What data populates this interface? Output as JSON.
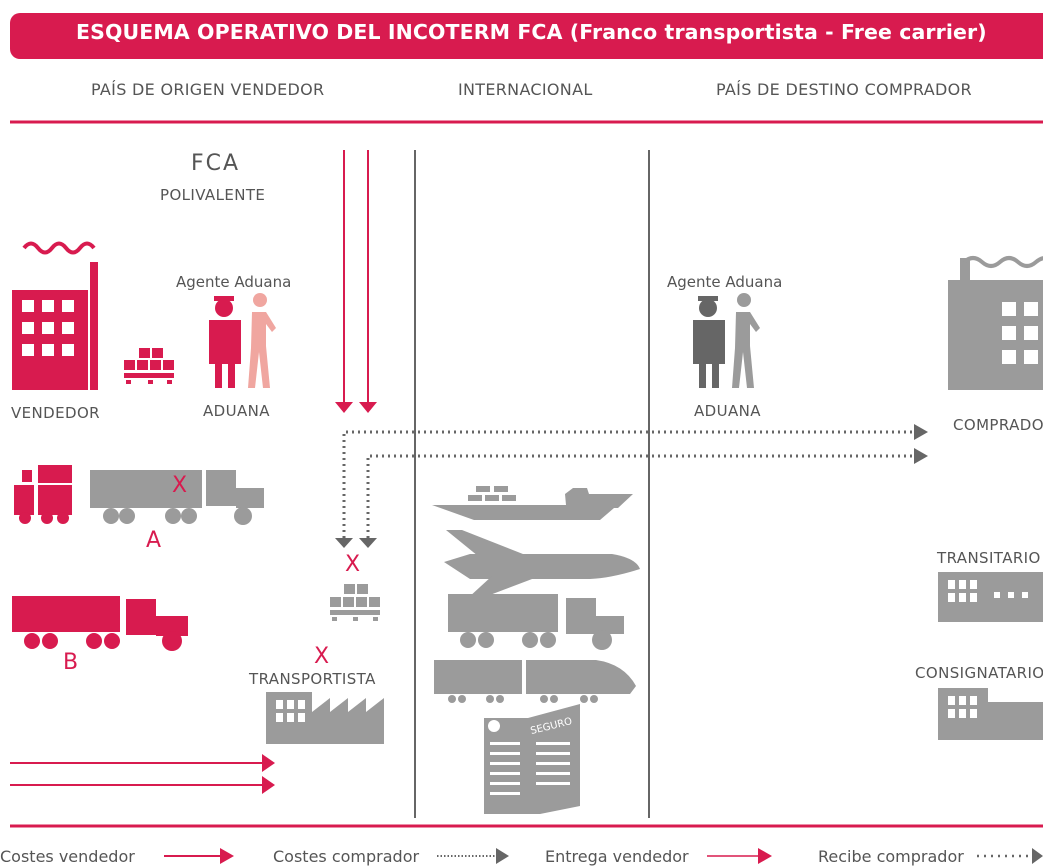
{
  "title": "ESQUEMA OPERATIVO DEL INCOTERM FCA (Franco transportista - Free carrier)",
  "columns": {
    "origin": "PAÍS DE ORIGEN VENDEDOR",
    "international": "INTERNACIONAL",
    "destination": "PAÍS DE DESTINO COMPRADOR"
  },
  "incoterm": {
    "code": "FCA",
    "subtitle": "POLIVALENTE"
  },
  "origin": {
    "seller_label": "VENDEDOR",
    "agent_label": "Agente Aduana",
    "customs_label": "ADUANA",
    "option_a": "A",
    "option_b": "B",
    "mark_x": "X",
    "carrier_label": "TRANSPORTISTA"
  },
  "destination": {
    "agent_label": "Agente Aduana",
    "customs_label": "ADUANA",
    "buyer_label": "COMPRADOR",
    "forwarder_label": "TRANSITARIO",
    "consignee_label": "CONSIGNATARIO"
  },
  "transport": {
    "insurance_label": "SEGURO"
  },
  "legend": {
    "seller_costs": "Costes vendedor",
    "buyer_costs": "Costes comprador",
    "seller_delivery": "Entrega vendedor",
    "buyer_receives": "Recibe comprador"
  },
  "colors": {
    "accent": "#d81b4f",
    "accent_light": "#f0a6a0",
    "gray": "#9b9b9b",
    "dark_gray": "#666666",
    "text": "#555555"
  }
}
